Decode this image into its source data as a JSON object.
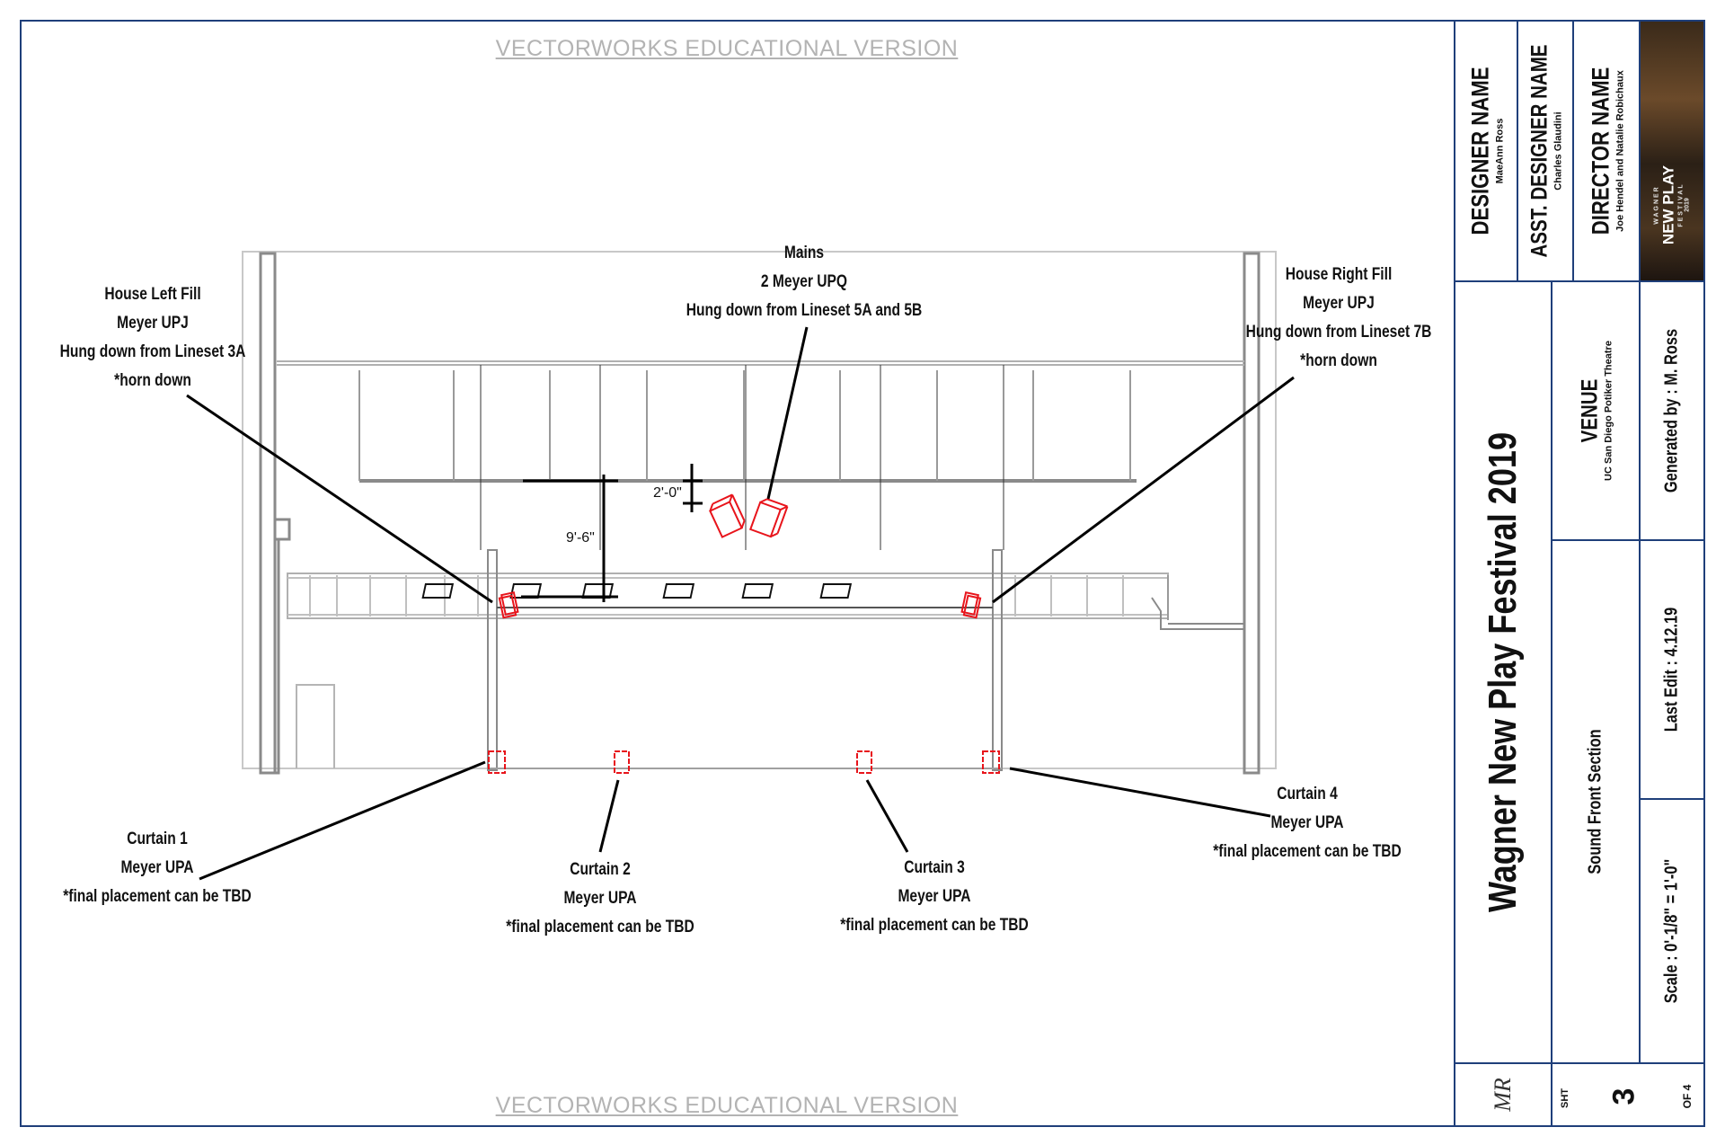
{
  "watermark": "VECTORWORKS EDUCATIONAL VERSION",
  "labels": {
    "mains": [
      "Mains",
      "2 Meyer UPQ",
      "Hung down from Lineset 5A and 5B"
    ],
    "house_left": [
      "House Left Fill",
      "Meyer UPJ",
      "Hung down from Lineset 3A",
      "*horn down"
    ],
    "house_right": [
      "House Right Fill",
      "Meyer UPJ",
      "Hung down from Lineset 7B",
      "*horn down"
    ],
    "curtain_1": [
      "Curtain 1",
      "Meyer UPA",
      "*final placement can be TBD"
    ],
    "curtain_2": [
      "Curtain 2",
      "Meyer UPA",
      "*final placement can be TBD"
    ],
    "curtain_3": [
      "Curtain 3",
      "Meyer UPA",
      "*final placement can be TBD"
    ],
    "curtain_4": [
      "Curtain 4",
      "Meyer UPA",
      "*final placement can be TBD"
    ]
  },
  "dimensions": {
    "drop": "2'-0\"",
    "height": "9'-6\""
  },
  "title_block": {
    "designer_heading": "DESIGNER NAME",
    "designer_name": "MaeAnn Ross",
    "asst_heading": "ASST.  DESIGNER NAME",
    "asst_name": "Charles Glaudini",
    "director_heading": "DIRECTOR NAME",
    "director_name": "Joe Hendel and Natalie Robichaux",
    "festival_title": "Wagner New Play Festival 2019",
    "venue_heading": "VENUE",
    "venue_name": "UC San Diego Potiker Theatre",
    "generated_by": "Generated by : M. Ross",
    "drawing_title": "Sound Front Section",
    "last_edit": "Last Edit : 4.12.19",
    "scale": "Scale : 0'-1/8\" = 1'-0\"",
    "logo_monogram": "MR",
    "sheet_label": "SHT",
    "sheet_number": "3",
    "sheet_of": "OF 4",
    "poster_lines": [
      "WAGNER",
      "NEW PLAY",
      "FESTIVAL",
      "2019"
    ]
  },
  "colors": {
    "border": "#1f3f7a",
    "speaker": "#e8141b",
    "structure": "#9a9a9a",
    "leader": "#000000"
  }
}
